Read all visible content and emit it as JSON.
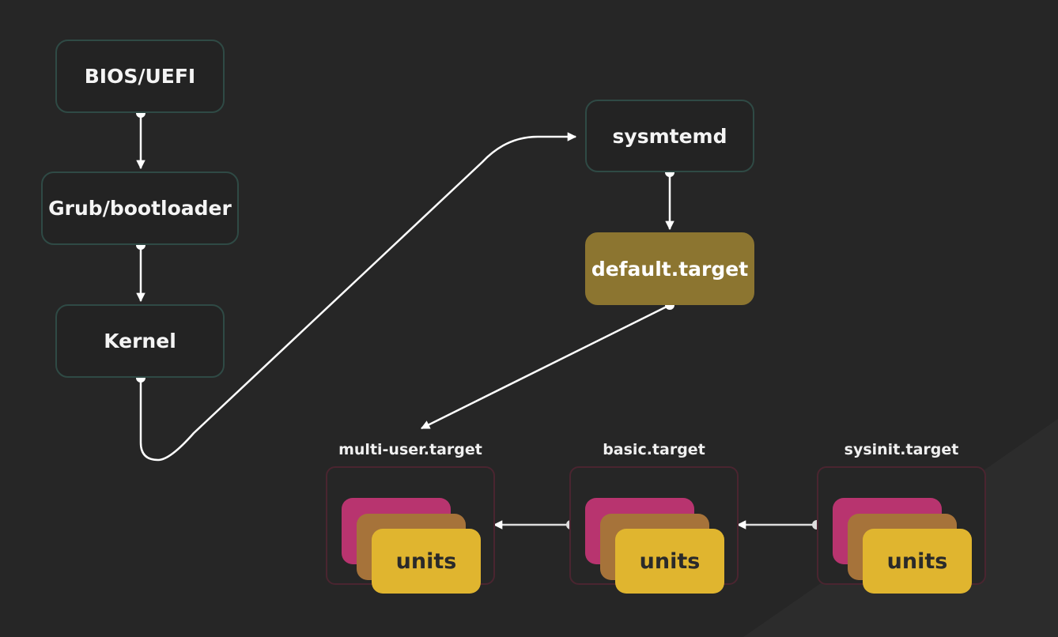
{
  "nodes": {
    "bios": "BIOS/UEFI",
    "grub": "Grub/bootloader",
    "kernel": "Kernel",
    "systemd": "sysmtemd",
    "default_target": "default.target"
  },
  "targets": [
    {
      "label": "multi-user.target",
      "units_label": "units"
    },
    {
      "label": "basic.target",
      "units_label": "units"
    },
    {
      "label": "sysinit.target",
      "units_label": "units"
    }
  ],
  "colors": {
    "background": "#262626",
    "node_border": "#2f4a45",
    "default_target_fill": "#8c7530",
    "group_border": "#4a2530",
    "card_magenta": "#b8346f",
    "card_brown": "#a6733a",
    "card_yellow": "#e0b52f",
    "connector": "#ffffff"
  }
}
